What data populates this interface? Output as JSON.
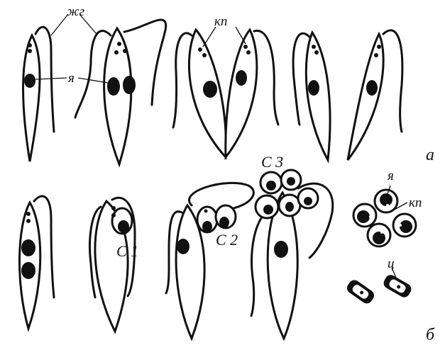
{
  "figure": {
    "labels": {
      "flagellum": "жг",
      "nucleus": "я",
      "nucleus_b": "я",
      "basal_granule": "кп",
      "basal_granule_b": "кп",
      "panel_a": "а",
      "panel_b": "б",
      "stage_1": "С 1",
      "stage_2": "С 2",
      "stage_3": "С 3",
      "cyst": "ц"
    }
  }
}
